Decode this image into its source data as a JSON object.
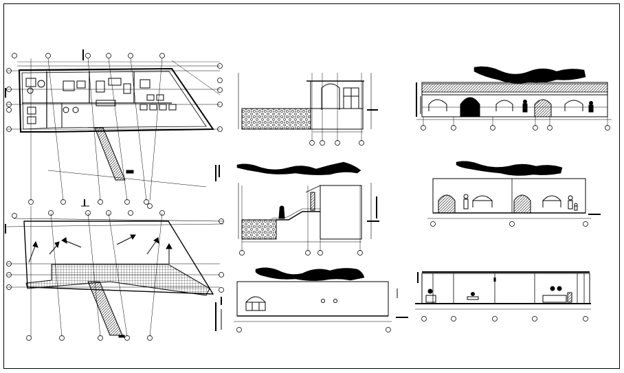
{
  "drawing": {
    "line_color": "#000000",
    "background": "#ffffff",
    "views": [
      {
        "id": "plan-upper",
        "kind": "floor-plan"
      },
      {
        "id": "plan-roof",
        "kind": "roof-plan"
      },
      {
        "id": "section-a",
        "kind": "section"
      },
      {
        "id": "section-b",
        "kind": "section"
      },
      {
        "id": "elevation-c",
        "kind": "elevation"
      },
      {
        "id": "elevation-main",
        "kind": "elevation"
      },
      {
        "id": "elevation-rear",
        "kind": "elevation"
      },
      {
        "id": "section-long",
        "kind": "section"
      }
    ],
    "icons": [
      "grid-bubble-icon",
      "north-arrow-icon",
      "human-figure-icon",
      "tree-silhouette-icon",
      "arch-window-icon",
      "stair-icon",
      "furniture-icon"
    ]
  }
}
